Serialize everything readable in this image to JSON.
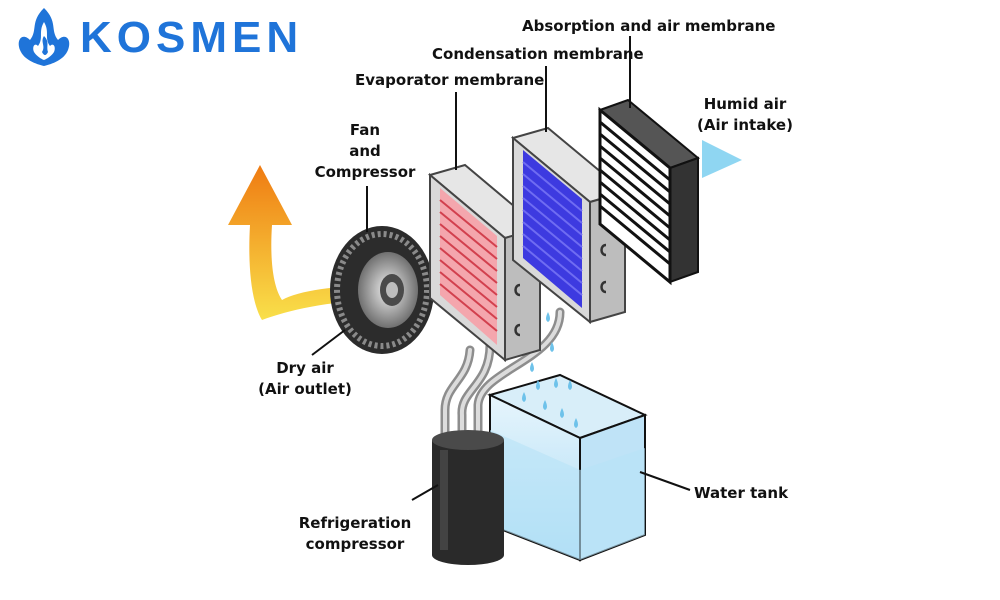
{
  "brand": {
    "name": "KOSMEN",
    "color": "#1f74d9"
  },
  "labels": {
    "absorption": "Absorption and air membrane",
    "condensation": "Condensation membrane",
    "evaporator": "Evaporator membrane",
    "fan_line1": "Fan",
    "fan_line2": "and",
    "fan_line3": "Compressor",
    "humid_line1": "Humid air",
    "humid_line2": "(Air intake)",
    "dry_line1": "Dry air",
    "dry_line2": "(Air outlet)",
    "refrig_line1": "Refrigeration",
    "refrig_line2": "compressor",
    "water_tank": "Water tank"
  },
  "colors": {
    "evaporator_fill": "#f4a6ad",
    "evaporator_lines": "#d2404e",
    "condensation_fill": "#3d3ae0",
    "condensation_lines": "#2a20a8",
    "frame": "#d9d9d9",
    "water": "#bfe3f7",
    "airflow_out": "#f6a21f",
    "airflow_in": "#7fcff0"
  }
}
